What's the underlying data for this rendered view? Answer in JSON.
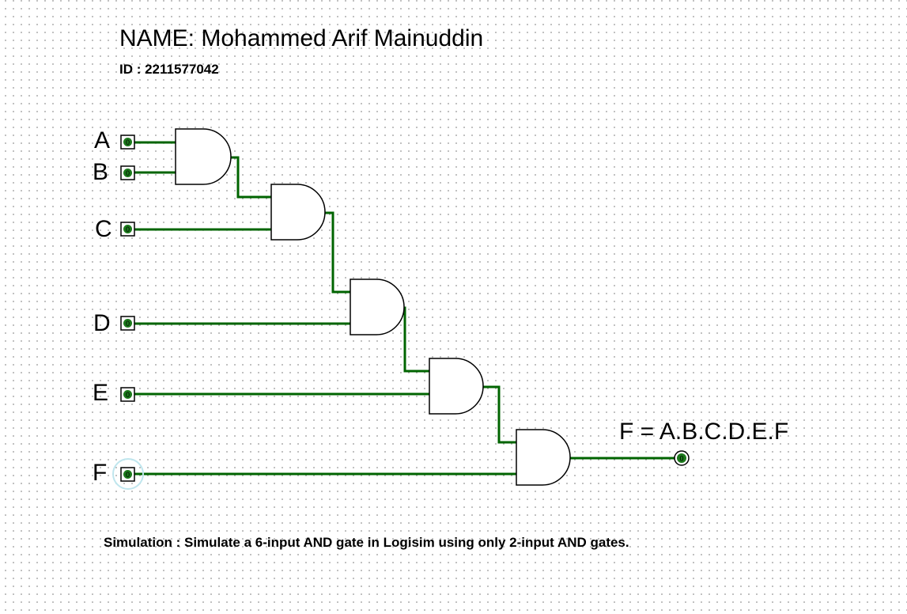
{
  "header": {
    "name_line": "NAME: Mohammed Arif Mainuddin",
    "id_line": "ID : 2211577042"
  },
  "circuit": {
    "wire_color": "#006400",
    "pin_fill": "#1c7a1c",
    "input_pins": [
      {
        "label": "A",
        "value": "0"
      },
      {
        "label": "B",
        "value": "0"
      },
      {
        "label": "C",
        "value": "0"
      },
      {
        "label": "D",
        "value": "0"
      },
      {
        "label": "E",
        "value": "0"
      },
      {
        "label": "F",
        "value": "0"
      }
    ],
    "gates": [
      "and-gate",
      "and-gate",
      "and-gate",
      "and-gate",
      "and-gate"
    ],
    "output_pin": {
      "label": "F = A.B.C.D.E.F",
      "value": "0"
    }
  },
  "footer": {
    "caption": "Simulation : Simulate a 6-input AND gate in Logisim using only 2-input AND gates."
  }
}
